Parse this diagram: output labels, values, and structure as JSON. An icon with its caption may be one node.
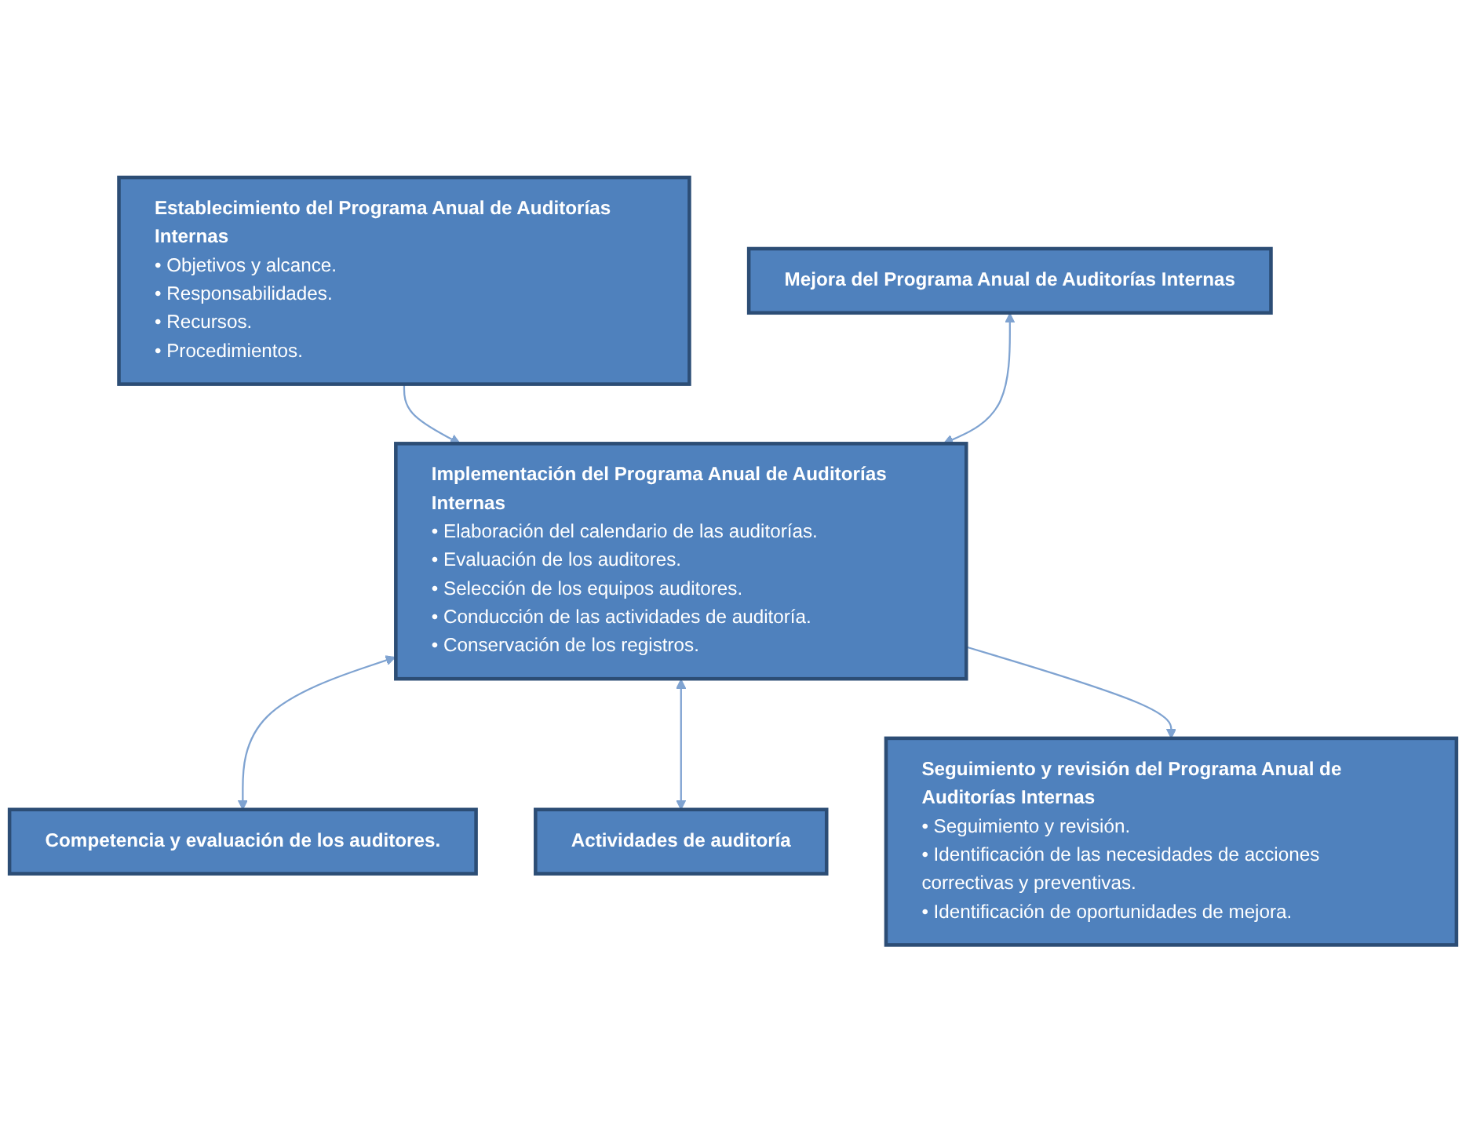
{
  "diagram": {
    "nodes": [
      {
        "text": [
          "Establecimiento del Programa Anual de Auditorías Internas",
          "• Objetivos y alcance.",
          "• Responsabilidades.",
          "• Recursos.",
          "• Procedimientos."
        ]
      },
      {
        "text": [
          "Mejora del Programa Anual de Auditorías Internas"
        ]
      },
      {
        "text": [
          "Implementación del Programa Anual de Auditorías Internas",
          "• Elaboración del calendario de las auditorías.",
          "• Evaluación de los auditores.",
          "• Selección de los equipos auditores.",
          "• Conducción de las actividades de auditoría.",
          "• Conservación de los registros."
        ]
      },
      {
        "text": [
          "Competencia y evaluación de los auditores."
        ]
      },
      {
        "text": [
          "Actividades de auditoría"
        ]
      },
      {
        "text": [
          "Seguimiento y revisión del Programa Anual de Auditorías Internas",
          "• Seguimiento y revisión.",
          "• Identificación de las necesidades de acciones correctivas y preventivas.",
          "• Identificación de oportunidades de mejora."
        ]
      }
    ],
    "edges": [
      {
        "from": 0,
        "to": 2,
        "arrow": "to"
      },
      {
        "from": 1,
        "to": 2,
        "arrow": "both"
      },
      {
        "from": 2,
        "to": 3,
        "arrow": "both"
      },
      {
        "from": 2,
        "to": 4,
        "arrow": "both"
      },
      {
        "from": 2,
        "to": 5,
        "arrow": "to"
      }
    ]
  }
}
